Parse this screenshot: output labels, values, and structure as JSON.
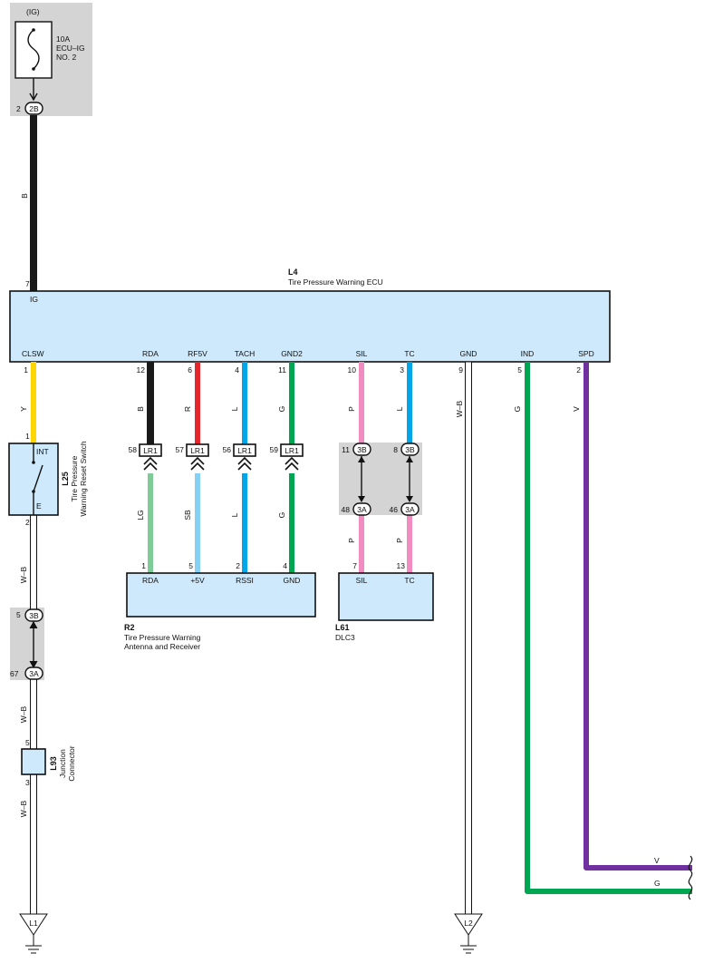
{
  "power": {
    "ig_label": "(IG)",
    "fuse": {
      "rating": "10A",
      "name1": "ECU–IG",
      "name2": "NO. 2"
    },
    "connector_pin": "2",
    "connector_code": "2B"
  },
  "ecu": {
    "code": "L4",
    "name": "Tire Pressure Warning ECU",
    "ig_pin": "7",
    "ig_label": "IG",
    "terminals": [
      {
        "label": "CLSW",
        "pin": "1"
      },
      {
        "label": "RDA",
        "pin": "12"
      },
      {
        "label": "RF5V",
        "pin": "6"
      },
      {
        "label": "TACH",
        "pin": "4"
      },
      {
        "label": "GND2",
        "pin": "11"
      },
      {
        "label": "SIL",
        "pin": "10"
      },
      {
        "label": "TC",
        "pin": "3"
      },
      {
        "label": "GND",
        "pin": "9"
      },
      {
        "label": "IND",
        "pin": "5"
      },
      {
        "label": "SPD",
        "pin": "2"
      }
    ]
  },
  "wires": {
    "ig": {
      "code": "B",
      "color": "#1a1a1a"
    },
    "clsw": {
      "code": "Y",
      "color": "#ffd600"
    },
    "rda": {
      "code": "B",
      "color": "#1a1a1a"
    },
    "rf5v": {
      "code": "R",
      "color": "#e5262c"
    },
    "tach": {
      "code": "L",
      "color": "#00a6e8"
    },
    "gnd2": {
      "code": "G",
      "color": "#00a651"
    },
    "sil": {
      "code": "P",
      "color": "#f08cbf"
    },
    "tc": {
      "code": "L",
      "color": "#00a6e8"
    },
    "gnd": {
      "code": "W–B",
      "color": "#ffffff"
    },
    "ind": {
      "code": "G",
      "color": "#00a651"
    },
    "spd": {
      "code": "V",
      "color": "#7030a0"
    },
    "rda_lower": {
      "code": "LG",
      "color": "#7ecb98"
    },
    "rf5v_lower": {
      "code": "SB",
      "color": "#86d0f3"
    },
    "tach_lower": {
      "code": "L",
      "color": "#00a6e8"
    },
    "gnd2_lower": {
      "code": "G",
      "color": "#00a651"
    },
    "sil_lower": {
      "code": "P",
      "color": "#f08cbf"
    },
    "tc_lower": {
      "code": "P",
      "color": "#f08cbf"
    },
    "switch_out": {
      "code": "W–B"
    },
    "junction_in": {
      "code": "W–B"
    },
    "junction_out": {
      "code": "W–B"
    }
  },
  "lr_connectors": [
    {
      "pin": "58",
      "code": "LR1"
    },
    {
      "pin": "57",
      "code": "LR1"
    },
    {
      "pin": "56",
      "code": "LR1"
    },
    {
      "pin": "59",
      "code": "LR1"
    }
  ],
  "inline_3b_3a": [
    {
      "top_pin": "11",
      "top_code": "3B",
      "bottom_pin": "48",
      "bottom_code": "3A"
    },
    {
      "top_pin": "8",
      "top_code": "3B",
      "bottom_pin": "46",
      "bottom_code": "3A"
    }
  ],
  "switch": {
    "code": "L25",
    "name1": "Tire Pressure",
    "name2": "Warning Reset Switch",
    "pin_in": "1",
    "pin_out": "2",
    "label_int": "INT",
    "label_e": "E"
  },
  "switch_inline": {
    "top_pin": "5",
    "top_code": "3B",
    "bottom_pin": "67",
    "bottom_code": "3A"
  },
  "junction": {
    "code": "L93",
    "name1": "Junction",
    "name2": "Connector",
    "pin_in": "5",
    "pin_out": "3"
  },
  "receiver": {
    "code": "R2",
    "name1": "Tire Pressure Warning",
    "name2": "Antenna and Receiver",
    "terminals": [
      {
        "label": "RDA",
        "pin": "1"
      },
      {
        "label": "+5V",
        "pin": "5"
      },
      {
        "label": "RSSI",
        "pin": "2"
      },
      {
        "label": "GND",
        "pin": "4"
      }
    ]
  },
  "dlc": {
    "code": "L61",
    "name": "DLC3",
    "terminals": [
      {
        "label": "SIL",
        "pin": "7"
      },
      {
        "label": "TC",
        "pin": "13"
      }
    ]
  },
  "grounds": {
    "left": "L1",
    "right": "L2"
  },
  "continuations": {
    "upper_code": "V",
    "lower_code": "G"
  }
}
